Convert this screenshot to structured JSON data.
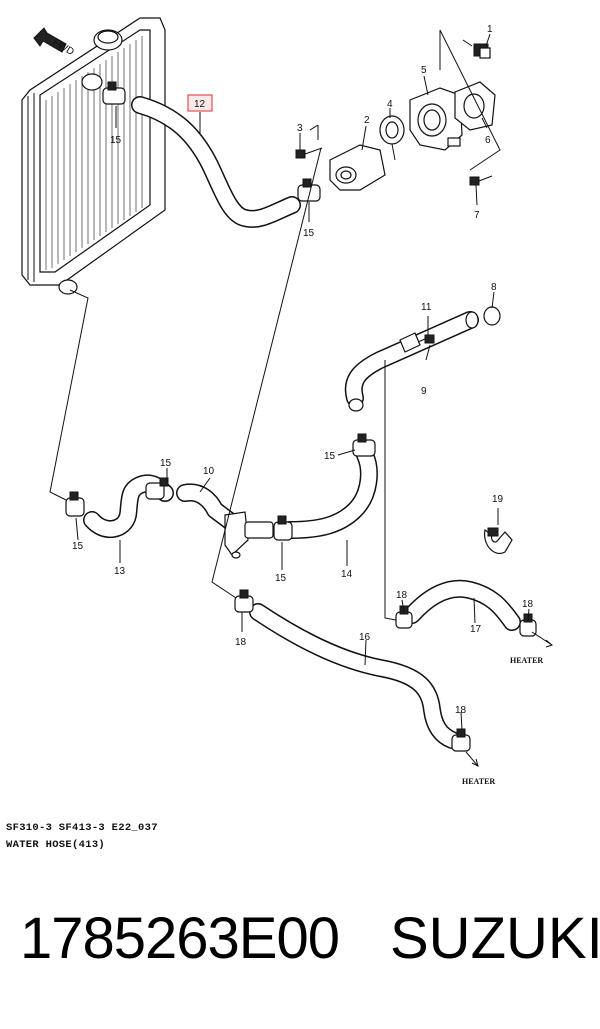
{
  "diagram": {
    "fwd_label": "FWD",
    "callouts": {
      "c1": "1",
      "c2": "2",
      "c3": "3",
      "c4": "4",
      "c5": "5",
      "c6": "6",
      "c7": "7",
      "c8": "8",
      "c9": "9",
      "c10": "10",
      "c11": "11",
      "c12": "12",
      "c13": "13",
      "c14": "14",
      "c15a": "15",
      "c15b": "15",
      "c15c": "15",
      "c15d": "15",
      "c15e": "15",
      "c15f": "15",
      "c16": "16",
      "c17": "17",
      "c18a": "18",
      "c18b": "18",
      "c18c": "18",
      "c18d": "18",
      "c19": "19"
    },
    "heater_labels": [
      "HEATER",
      "HEATER"
    ],
    "highlight_color": "#e05050",
    "caption_line1": "SF310-3 SF413-3 E22_037",
    "caption_line2": "WATER HOSE(413)"
  },
  "footer": {
    "part_number": "1785263E00",
    "brand": "SUZUKI"
  }
}
